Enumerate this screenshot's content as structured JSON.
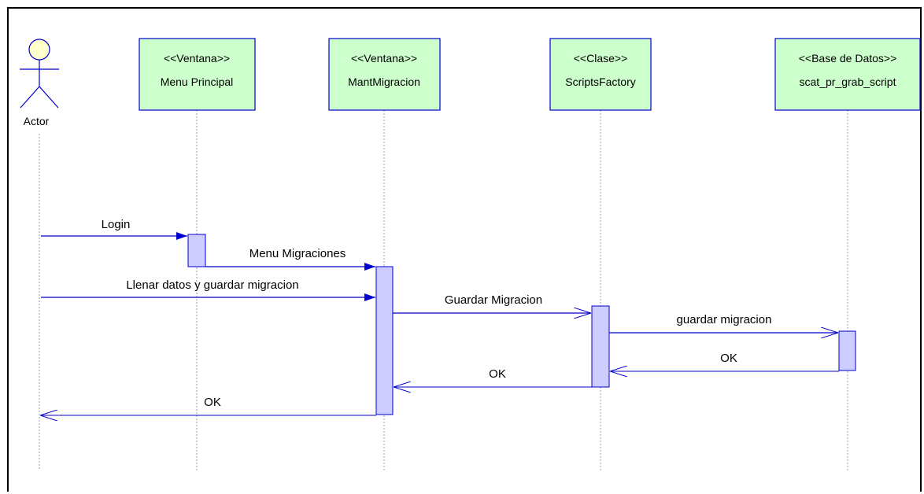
{
  "diagram": {
    "actor": {
      "label": "Actor"
    },
    "objects": [
      {
        "stereotype": "<<Ventana>>",
        "name": "Menu Principal"
      },
      {
        "stereotype": "<<Ventana>>",
        "name": "MantMigracion"
      },
      {
        "stereotype": "<<Clase>>",
        "name": "ScriptsFactory"
      },
      {
        "stereotype": "<<Base de Datos>>",
        "name": "scat_pr_grab_script"
      }
    ],
    "messages": [
      {
        "label": "Login",
        "type": "call"
      },
      {
        "label": "Menu Migraciones",
        "type": "call"
      },
      {
        "label": "Llenar datos y guardar migracion",
        "type": "call"
      },
      {
        "label": "Guardar Migracion",
        "type": "call"
      },
      {
        "label": "guardar migracion",
        "type": "call"
      },
      {
        "label": "OK",
        "type": "return"
      },
      {
        "label": "OK",
        "type": "return"
      },
      {
        "label": "OK",
        "type": "return"
      }
    ],
    "colors": {
      "object_fill": "#ccffcc",
      "object_border": "#0000cc",
      "activation_fill": "#ccccff",
      "message_line": "#0000cc",
      "actor_head_fill": "#ffffcc",
      "actor_stroke": "#0000cc",
      "lifeline": "#9999cc"
    }
  }
}
